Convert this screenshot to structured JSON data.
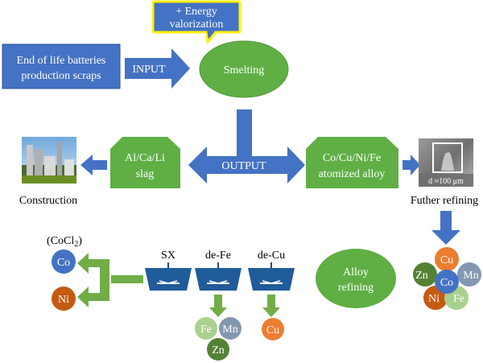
{
  "colors": {
    "blue": "#4472C4",
    "blue_dark": "#2F5597",
    "green": "#5FAF45",
    "green_dark": "#4E9A35",
    "yellow_border": "#FFF200",
    "element_co": "#4472C4",
    "element_ni": "#C55A11",
    "element_cu": "#ED7D31",
    "element_fe": "#A9D18E",
    "element_mn": "#8497B0",
    "element_zn": "#548235"
  },
  "input_box": {
    "line1": "End of life batteries",
    "line2": "production scraps"
  },
  "input_arrow": {
    "label": "INPUT"
  },
  "smelting": {
    "label": "Smelting"
  },
  "callout": {
    "line1": "+ Energy",
    "line2": "valorization"
  },
  "output_arrow": {
    "label": "OUTPUT"
  },
  "slag": {
    "line1": "Al/Ca/Li",
    "line2": "slag"
  },
  "alloy": {
    "line1": "Co/Cu/Ni/Fe",
    "line2": "atomized alloy"
  },
  "construction": {
    "label": "Construction",
    "photo_icon": "factory-photo-icon"
  },
  "sem_image": {
    "scale_label": "d ≈100 μm",
    "icon": "sem-micrograph-icon"
  },
  "further_refining": {
    "label": "Futher refining"
  },
  "alloy_refining": {
    "line1": "Alloy",
    "line2": "refining"
  },
  "tanks": [
    {
      "label": "SX"
    },
    {
      "label": "de-Fe"
    },
    {
      "label": "de-Cu"
    }
  ],
  "sx_products": {
    "cocl2_label": "(CoCl",
    "cocl2_sub": "2",
    "cocl2_close": ")",
    "co": "Co",
    "ni": "Ni"
  },
  "defe_products": {
    "fe": "Fe",
    "mn": "Mn",
    "zn": "Zn"
  },
  "decu_products": {
    "cu": "Cu"
  },
  "cluster": {
    "cu": "Cu",
    "zn": "Zn",
    "co": "Co",
    "mn": "Mn",
    "ni": "Ni",
    "fe": "Fe"
  }
}
